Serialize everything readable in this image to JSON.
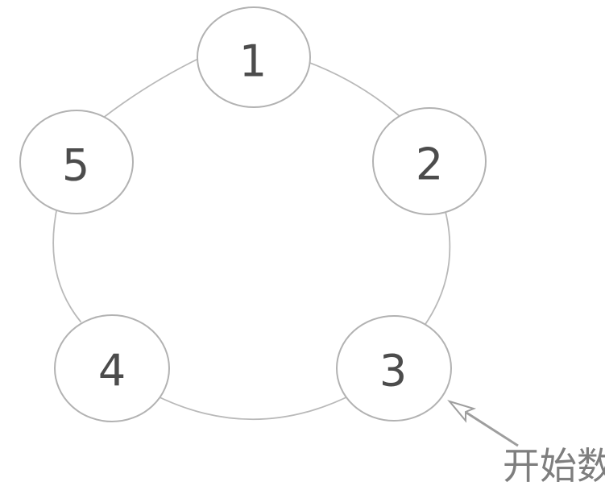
{
  "diagram": {
    "type": "ring-of-numbered-nodes",
    "nodes": [
      {
        "label": "1"
      },
      {
        "label": "2"
      },
      {
        "label": "3"
      },
      {
        "label": "4"
      },
      {
        "label": "5"
      }
    ],
    "annotation": {
      "label": "开始数",
      "points_to_node": "3"
    },
    "colors": {
      "background": "#ffffff",
      "ring_stroke": "#b9b9b9",
      "node_border": "#b2b2b2",
      "node_fill": "#ffffff",
      "number_text": "#4c4c4c",
      "arrow": "#9e9e9e",
      "annotation_text": "#7e7e7e"
    }
  }
}
